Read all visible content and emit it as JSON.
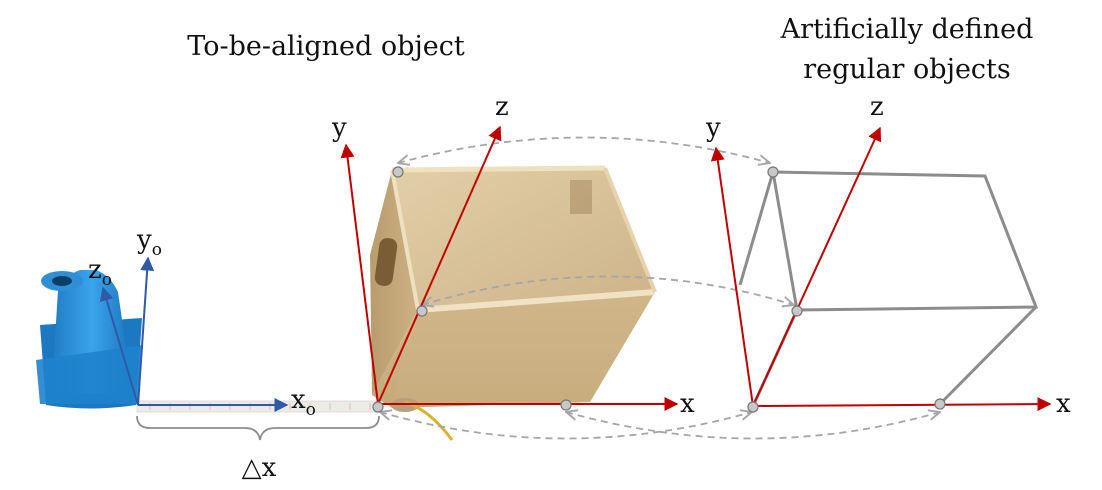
{
  "titles": {
    "left": "To-be-aligned object",
    "right_line1": "Artificially defined",
    "right_line2": "regular objects"
  },
  "cone_axes": {
    "x_base": "x",
    "x_sub": "o",
    "y_base": "y",
    "y_sub": "o",
    "z_base": "z",
    "z_sub": "o"
  },
  "box_axes": {
    "x": "x",
    "y": "y",
    "z": "z"
  },
  "regular_axes": {
    "x": "x",
    "y": "y",
    "z": "z"
  },
  "offset_label": "△x",
  "colors": {
    "red_axis": "#c00000",
    "blue_axis": "#2e5aa8",
    "cone": "#2a8fd8",
    "box_wood": "#d9c39a",
    "wireframe": "#8c8c8c",
    "dashed": "#a6a6a6"
  }
}
